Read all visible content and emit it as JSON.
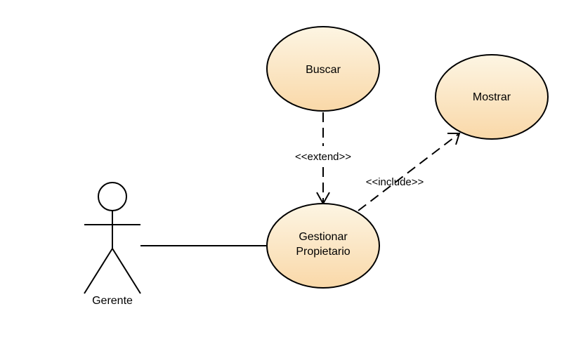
{
  "diagram": {
    "actor": {
      "name": "Gerente"
    },
    "use_cases": {
      "buscar": "Buscar",
      "mostrar": "Mostrar",
      "gestionar_line1": "Gestionar",
      "gestionar_line2": "Propietario"
    },
    "relationships": {
      "extend": "<<extend>>",
      "include": "<<include>>"
    },
    "colors": {
      "usecase_fill_top": "#fdf5e3",
      "usecase_fill_bottom": "#f9d8a8",
      "stroke": "#000000"
    }
  }
}
